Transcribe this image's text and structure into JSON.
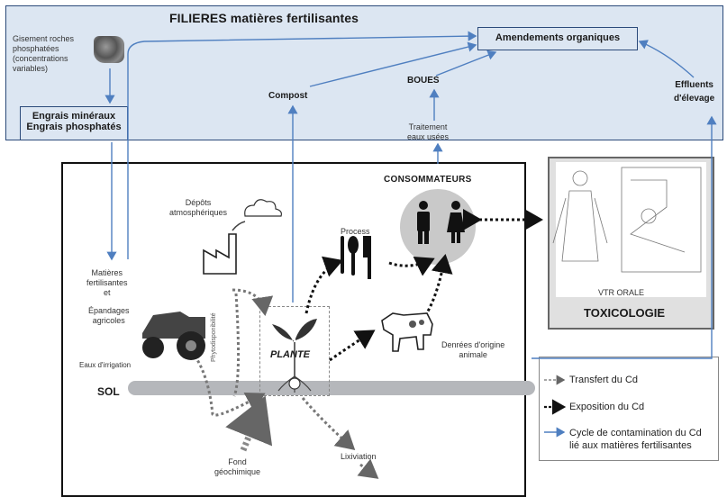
{
  "header": {
    "title": "FILIERES matières fertilisantes",
    "rock_label": "Gisement roches phosphatées (concentrations variables)",
    "engrais_mineraux": "Engrais minéraux",
    "engrais_phosphates": "Engrais phosphatés",
    "amendements": "Amendements organiques",
    "compost": "Compost",
    "boues": "BOUES",
    "effluents_1": "Effluents",
    "effluents_2": "d'élevage",
    "traitement_1": "Traitement",
    "traitement_2": "eaux usées"
  },
  "main": {
    "consommateurs": "CONSOMMATEURS",
    "depots_1": "Dépôts",
    "depots_2": "atmosphériques",
    "process": "Process",
    "matieres_1": "Matières",
    "matieres_2": "fertilisantes",
    "matieres_3": "et",
    "epandages_1": "Épandages",
    "epandages_2": "agricoles",
    "plante": "PLANTE",
    "phyto": "Phytodisponibilité",
    "eaux_irrigation": "Eaux d'irrigation",
    "sol": "SOL",
    "denrees_1": "Denrées d'origine",
    "denrees_2": "animale",
    "fond_1": "Fond",
    "fond_2": "géochimique",
    "lixiviation": "Lixiviation"
  },
  "toxicology": {
    "vtr": "VTR ORALE",
    "title": "TOXICOLOGIE"
  },
  "legend": {
    "transfert": "Transfert du Cd",
    "exposition": "Exposition du Cd",
    "cycle_1": "Cycle de contamination du Cd",
    "cycle_2": "lié aux matières fertilisantes"
  },
  "colors": {
    "band_fill": "#dce6f2",
    "band_border": "#2b4a7a",
    "flow_arrow": "#4f7fc0",
    "soil": "#b5b7bb"
  }
}
